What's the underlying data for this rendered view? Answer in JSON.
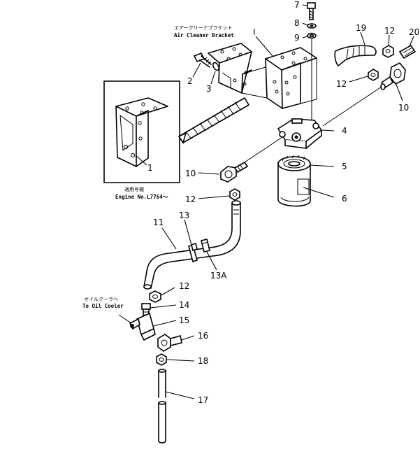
{
  "captions": {
    "bracket_jp": "エアークリーナブラケット",
    "bracket_en": "Air Cleaner Bracket",
    "applicable_jp": "適用号機",
    "engine_no": "Engine No.L7764〜",
    "to_cooler_jp": "オイルクーラへ",
    "to_cooler_en": "To Oil Cooler"
  },
  "callouts": {
    "c1": "1",
    "c2": "2",
    "c3": "3",
    "c4": "4",
    "c5": "5",
    "c6": "6",
    "c7": "7",
    "c8": "8",
    "c9": "9",
    "c10a": "10",
    "c10b": "10",
    "c11": "11",
    "c12a": "12",
    "c12b": "12",
    "c12c": "12",
    "c12d": "12",
    "c13": "13",
    "c13a": "13A",
    "c14": "14",
    "c15": "15",
    "c16": "16",
    "c17": "17",
    "c18": "18",
    "c19": "19",
    "c20": "20",
    "cI": "I"
  }
}
